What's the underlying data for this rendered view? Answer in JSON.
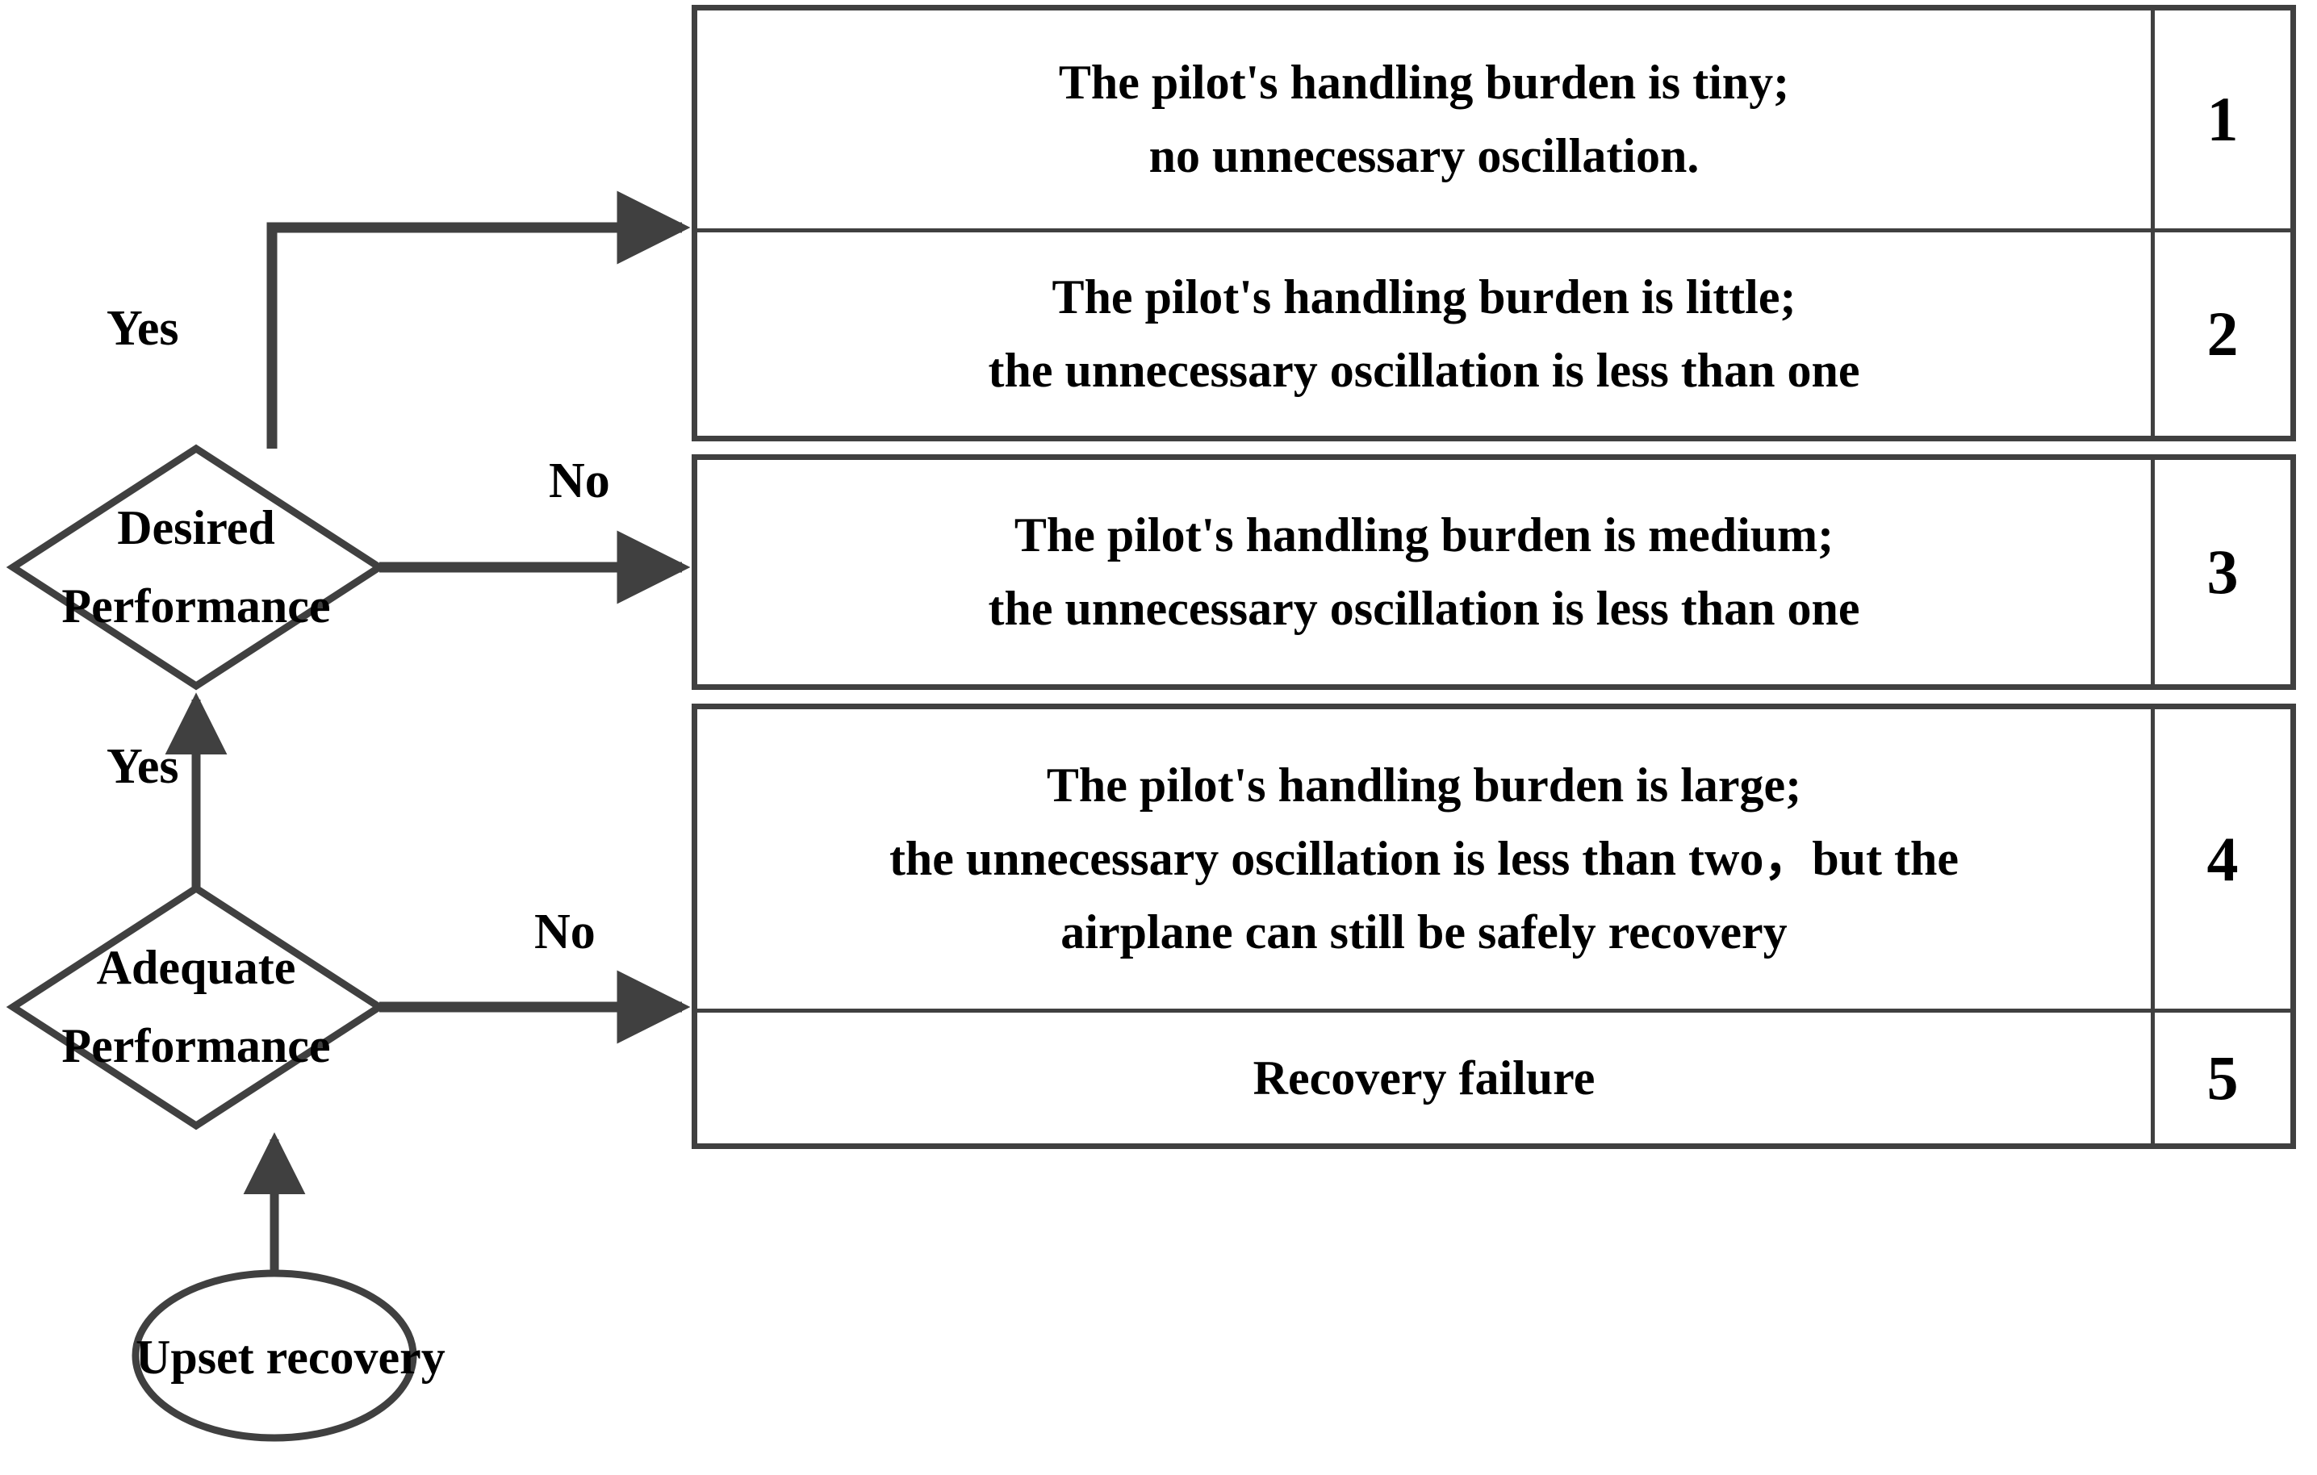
{
  "diagram": {
    "title": "Upset recovery pilot rating decision flowchart",
    "line_color": "#404040",
    "text_color": "#000000",
    "background": "#ffffff"
  },
  "start": {
    "label": "Upset recovery",
    "shape": "ellipse"
  },
  "decisions": [
    {
      "id": "adequate",
      "line1": "Adequate",
      "line2": "Performance",
      "yes_label": "Yes",
      "no_label": "No"
    },
    {
      "id": "desired",
      "line1": "Desired",
      "line2": "Performance",
      "yes_label": "Yes",
      "no_label": "No"
    }
  ],
  "branch_labels": {
    "desired_yes": "Yes",
    "desired_no": "No",
    "adequate_yes": "Yes",
    "adequate_no": "No"
  },
  "outcomes": [
    {
      "rating": "1",
      "lines": [
        "The pilot's handling burden is tiny;",
        "no unnecessary oscillation."
      ]
    },
    {
      "rating": "2",
      "lines": [
        "The pilot's handling burden is little;",
        "the unnecessary oscillation is less than one"
      ]
    },
    {
      "rating": "3",
      "lines": [
        "The pilot's handling burden is medium;",
        "the unnecessary oscillation is less than one"
      ]
    },
    {
      "rating": "4",
      "lines": [
        "The pilot's handling burden is large;",
        "the unnecessary oscillation is less than two，but the",
        "airplane can still be safely recovery"
      ]
    },
    {
      "rating": "5",
      "lines": [
        "Recovery failure"
      ]
    }
  ]
}
